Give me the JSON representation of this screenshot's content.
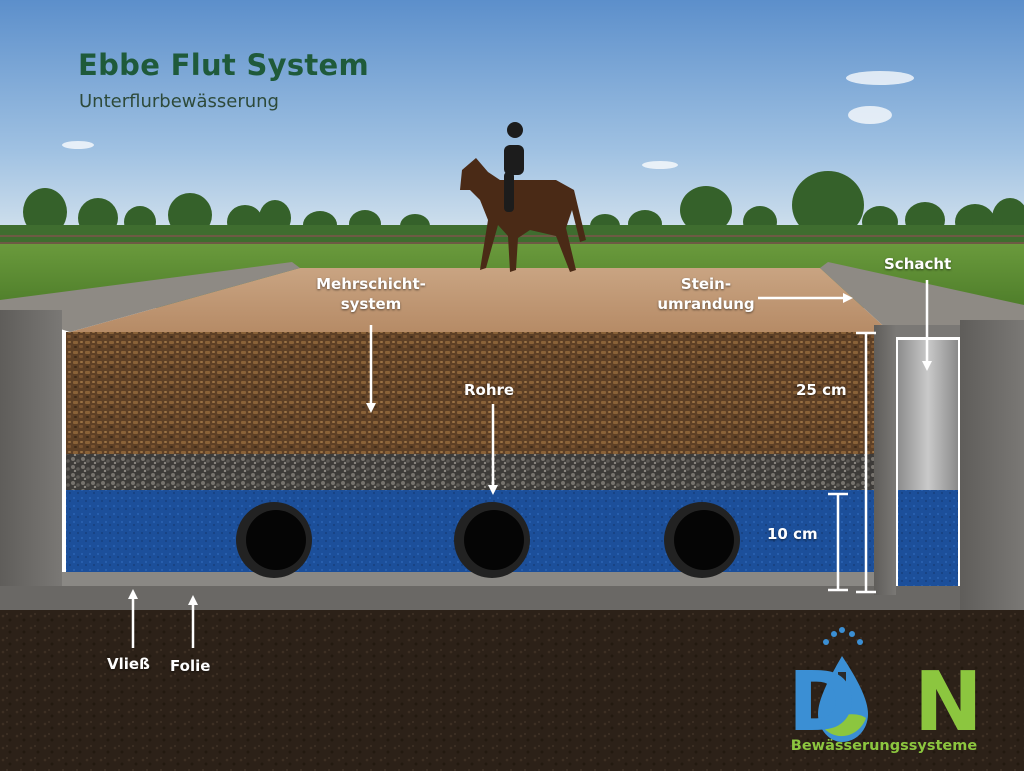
{
  "header": {
    "title": "Ebbe Flut System",
    "subtitle": "Unterflurbewässerung"
  },
  "labels": {
    "mehrschicht_line1": "Mehrschicht-",
    "mehrschicht_line2": "system",
    "stein_line1": "Stein-",
    "stein_line2": "umrandung",
    "schacht": "Schacht",
    "rohre": "Rohre",
    "depth_total": "25 cm",
    "depth_water": "10 cm",
    "vliess": "Vließ",
    "folie": "Folie"
  },
  "logo": {
    "letters": "DAN",
    "tagline": "Bewässerungssysteme"
  },
  "colors": {
    "title": "#1f5a3a",
    "logo_blue": "#3b8fd4",
    "logo_green": "#8cc63f",
    "water": "#1c4f9a",
    "sand": "#c89d77",
    "substrate": "#6b4a2c",
    "gravel": "#55524f",
    "concrete": "#6e6c69",
    "soil": "#2e2219"
  }
}
